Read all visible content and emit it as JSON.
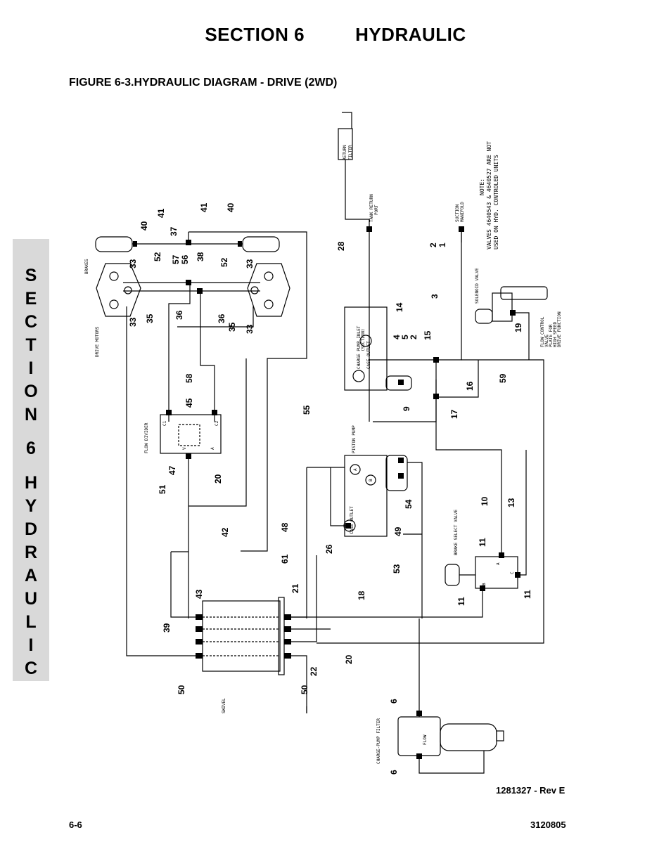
{
  "header": {
    "section": "SECTION 6",
    "title": "HYDRAULIC"
  },
  "figure_title": "FIGURE 6-3.HYDRAULIC DIAGRAM - DRIVE (2WD)",
  "side_tab": {
    "letters": [
      "S",
      "E",
      "C",
      "T",
      "I",
      "O",
      "N",
      "6",
      "H",
      "Y",
      "D",
      "R",
      "A",
      "U",
      "L",
      "I",
      "C"
    ]
  },
  "footer": {
    "rev": "1281327 - Rev E",
    "page_left": "6-6",
    "page_right": "3120805"
  },
  "labels": {
    "return_filter_1": "RETURN",
    "return_filter_2": "FILTER",
    "tank_return_1": "TANK RETURN",
    "tank_return_2": "PORT",
    "suction_1": "SUCTION",
    "suction_2": "MANIFOLD",
    "note_title": "NOTE:",
    "note_1": "VALVES 4640543 & 4640527 ARE NOT",
    "note_2": "USED ON HYD. CONTROLED UNITS",
    "brakes": "BRAKES",
    "drive_motors": "DRIVE MOTORS",
    "flow_divider": "FLOW DIVIDER",
    "solenoid_valve": "SOLENOID VALVE",
    "flow_control_1": "FLOW CONTROL",
    "flow_control_2": "VALVE",
    "flow_control_3": "PLATE FOR",
    "flow_control_4": "HIGH SPEED",
    "flow_control_5": "DRIVE FUNCTION",
    "charge_pump_inlet_1": "CHARGE PUMP INLET",
    "charge_pump_inlet_2": "(SUCTION)",
    "case_outlet": "CASE OUTLET",
    "piston_pump": "PISTON PUMP",
    "case_outlet_2": "CASE OUTLET",
    "brake_select": "BRAKE SELECT VALVE",
    "swivel": "SWIVEL",
    "charge_pump_filter": "CHARGE-PUMP FILTER",
    "flow": "FLOW",
    "port_a": "A",
    "port_b": "B",
    "port_c": "C",
    "c1": "C1",
    "c2": "C2",
    "v": "V",
    "a": "A"
  },
  "callouts": {
    "n40a": "40",
    "n41a": "41",
    "n37": "37",
    "n41b": "41",
    "n40b": "40",
    "n52a": "52",
    "n57": "57",
    "n56": "56",
    "n38": "38",
    "n52b": "52",
    "n33a": "33",
    "n33b": "33",
    "n33c": "33",
    "n33d": "33",
    "n35a": "35",
    "n36a": "36",
    "n36b": "36",
    "n35b": "35",
    "n28": "28",
    "n2": "2",
    "n1": "1",
    "n3": "3",
    "n14": "14",
    "n4": "4",
    "n5": "5",
    "n2b": "2",
    "n15": "15",
    "n19": "19",
    "n59": "59",
    "n16": "16",
    "n17": "17",
    "n9": "9",
    "n58": "58",
    "n45": "45",
    "n55": "55",
    "n47": "47",
    "n20a": "20",
    "n51": "51",
    "n42": "42",
    "n48": "48",
    "n26": "26",
    "n49": "49",
    "n54": "54",
    "n10": "10",
    "n13": "13",
    "n61": "61",
    "n11a": "11",
    "n11b": "11",
    "n11c": "11",
    "n53": "53",
    "n18": "18",
    "n21": "21",
    "n43": "43",
    "n39": "39",
    "n20b": "20",
    "n50a": "50",
    "n50b": "50",
    "n22": "22",
    "n6a": "6",
    "n6b": "6"
  }
}
